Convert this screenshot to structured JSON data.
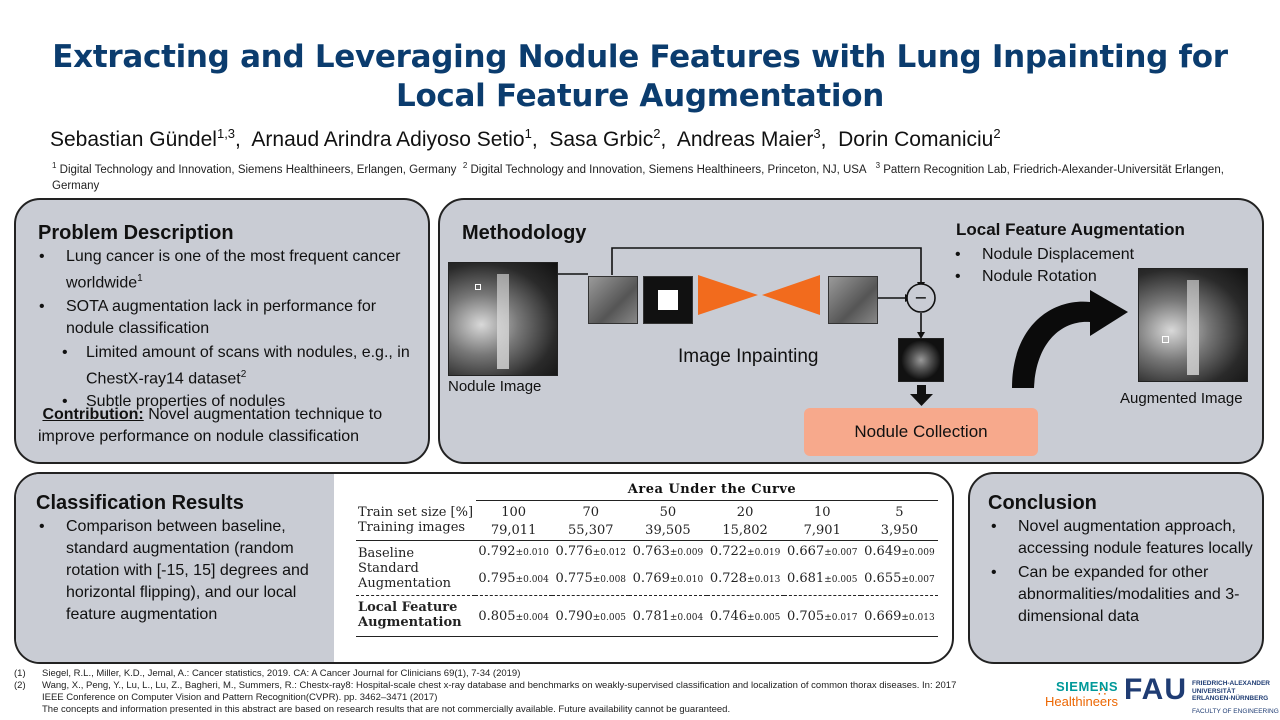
{
  "title": "Extracting and Leveraging Nodule Features with Lung Inpainting for Local Feature Augmentation",
  "authors": [
    {
      "name": "Sebastian Gündel",
      "sup": "1,3"
    },
    {
      "name": "Arnaud Arindra Adiyoso Setio",
      "sup": "1"
    },
    {
      "name": "Sasa Grbic",
      "sup": "2"
    },
    {
      "name": "Andreas Maier",
      "sup": "3"
    },
    {
      "name": "Dorin Comaniciu",
      "sup": "2"
    }
  ],
  "affiliations": [
    {
      "sup": "1",
      "text": "Digital Technology and Innovation, Siemens Healthineers, Erlangen, Germany"
    },
    {
      "sup": "2",
      "text": "Digital Technology and Innovation, Siemens Healthineers, Princeton, NJ, USA"
    },
    {
      "sup": "3",
      "text": "Pattern Recognition Lab, Friedrich-Alexander-Universität Erlangen, Germany"
    }
  ],
  "problem": {
    "title": "Problem Description",
    "b1": "Lung cancer is one of the most frequent cancer worldwide",
    "b1_sup": "1",
    "b2": "SOTA augmentation lack in performance for nodule classification",
    "s1": "Limited amount of scans with nodules, e.g., in ChestX-ray14 dataset",
    "s1_sup": "2",
    "s2": "Subtle properties of nodules",
    "contribution_label": "Contribution:",
    "contribution_text": " Novel augmentation technique to improve performance on nodule classification"
  },
  "methodology": {
    "title": "Methodology",
    "nodule_image": "Nodule Image",
    "inpainting": "Image Inpainting",
    "minus": "−",
    "nodule_collection": "Nodule Collection",
    "lfa_title": "Local Feature Augmentation",
    "lfa_items": [
      "Nodule Displacement",
      "Nodule Rotation"
    ],
    "augmented_image": "Augmented Image",
    "colors": {
      "encoder": "#f26b1d",
      "collection_bg": "#f7a98c"
    }
  },
  "results": {
    "title": "Classification Results",
    "text": "Comparison between baseline, standard augmentation (random rotation with [-15, 15] degrees and horizontal flipping), and our local feature augmentation"
  },
  "table": {
    "caption": "Area Under the Curve",
    "header_row1_label": "Train set size [%]",
    "header_row1": [
      "100",
      "70",
      "50",
      "20",
      "10",
      "5"
    ],
    "header_row2_label": "Training images",
    "header_row2": [
      "79,011",
      "55,307",
      "39,505",
      "15,802",
      "7,901",
      "3,950"
    ],
    "rows": [
      {
        "label": "Baseline",
        "cells": [
          [
            "0.792",
            "±0.010"
          ],
          [
            "0.776",
            "±0.012"
          ],
          [
            "0.763",
            "±0.009"
          ],
          [
            "0.722",
            "±0.019"
          ],
          [
            "0.667",
            "±0.007"
          ],
          [
            "0.649",
            "±0.009"
          ]
        ]
      },
      {
        "label": "Standard Augmentation",
        "cells": [
          [
            "0.795",
            "±0.004"
          ],
          [
            "0.775",
            "±0.008"
          ],
          [
            "0.769",
            "±0.010"
          ],
          [
            "0.728",
            "±0.013"
          ],
          [
            "0.681",
            "±0.005"
          ],
          [
            "0.655",
            "±0.007"
          ]
        ]
      },
      {
        "label": "Local Feature Augmentation",
        "cells": [
          [
            "0.805",
            "±0.004"
          ],
          [
            "0.790",
            "±0.005"
          ],
          [
            "0.781",
            "±0.004"
          ],
          [
            "0.746",
            "±0.005"
          ],
          [
            "0.705",
            "±0.017"
          ],
          [
            "0.669",
            "±0.013"
          ]
        ]
      }
    ]
  },
  "conclusion": {
    "title": "Conclusion",
    "items": [
      "Novel augmentation approach, accessing nodule features locally",
      "Can be expanded for other abnormalities/modalities and 3-dimensional data"
    ]
  },
  "references": [
    {
      "n": "(1)",
      "text": "Siegel, R.L., Miller, K.D., Jemal, A.: Cancer statistics, 2019. CA: A Cancer Journal for Clinicians 69(1), 7-34 (2019)"
    },
    {
      "n": "(2)",
      "text": "Wang, X., Peng, Y., Lu, L., Lu, Z., Bagheri, M., Summers, R.: Chestx-ray8: Hospital-scale chest x-ray database and benchmarks on weakly-supervised classification and localization of common thorax diseases. In: 2017",
      "cont": "IEEE Conference on Computer Vision and Pattern Recognition(CVPR). pp. 3462–3471 (2017)"
    }
  ],
  "disclaimer": "The concepts and information presented in this abstract are based on research results that are not commercially available. Future availability cannot be guaranteed.",
  "logos": {
    "siemens_line1": "SIEMENS",
    "siemens_line2": "Healthineers",
    "fau": "FAU",
    "fau_line1": "FRIEDRICH-ALEXANDER",
    "fau_line2": "UNIVERSITÄT",
    "fau_line3": "ERLANGEN-NÜRNBERG",
    "fau_line4": "FACULTY OF ENGINEERING",
    "colors": {
      "siemens_teal": "#009999",
      "siemens_orange": "#ec6602",
      "fau_blue": "#1f3c73"
    }
  }
}
